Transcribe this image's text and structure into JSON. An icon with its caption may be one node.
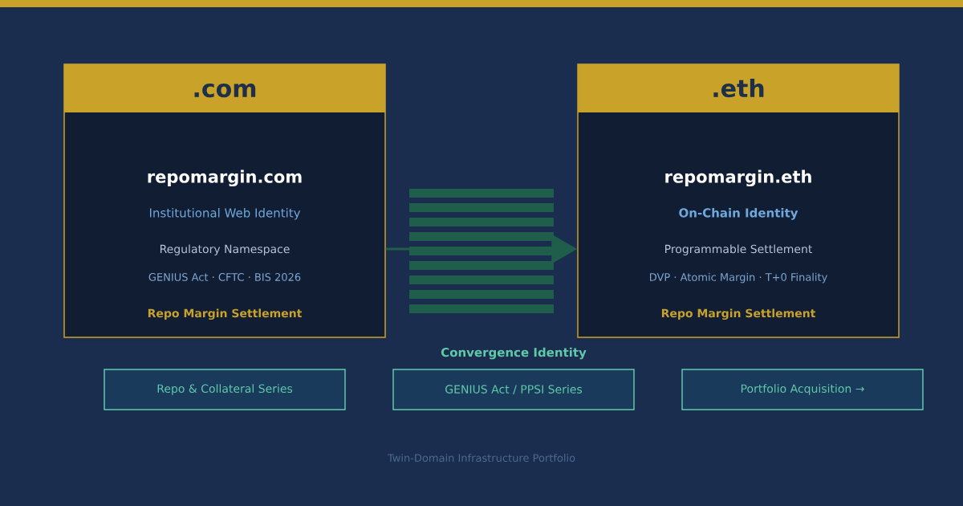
{
  "diagram": {
    "nodes": [
      {
        "text": [
          ".com",
          "repomargin.com",
          "Institutional Web Identity",
          "Regulatory Namespace",
          "GENIUS Act · CFTC · BIS 2026",
          "Repo Margin Settlement"
        ]
      },
      {
        "text": [
          ".eth",
          "repomargin.eth",
          "On-Chain Identity",
          "Programmable Settlement",
          "DVP · Atomic Margin · T+0 Finality",
          "Repo Margin Settlement"
        ]
      },
      {
        "text": [
          "Repo & Collateral Series"
        ]
      },
      {
        "text": [
          "GENIUS Act / PPSI Series"
        ]
      },
      {
        "text": [
          "Portfolio Acquisition →"
        ]
      }
    ],
    "edges": [
      {
        "from": 0,
        "to": 1,
        "arrow": "to"
      }
    ],
    "labels": [
      "Convergence Identity",
      "Twin-Domain Infrastructure Portfolio"
    ]
  }
}
